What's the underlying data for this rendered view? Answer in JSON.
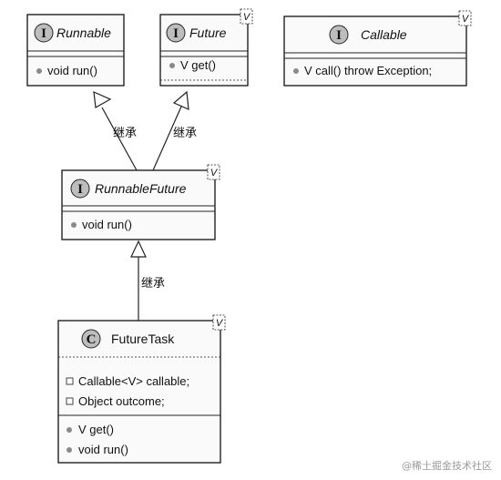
{
  "classes": {
    "runnable": {
      "badge": "I",
      "name": "Runnable",
      "methods": [
        "void run()"
      ]
    },
    "future": {
      "badge": "I",
      "name": "Future",
      "generic": "V",
      "methods": [
        "V get()"
      ]
    },
    "callable": {
      "badge": "I",
      "name": "Callable",
      "generic": "V",
      "methods": [
        "V call() throw Exception;"
      ]
    },
    "runnable_future": {
      "badge": "I",
      "name": "RunnableFuture",
      "generic": "V",
      "methods": [
        "void run()"
      ]
    },
    "future_task": {
      "badge": "C",
      "name": "FutureTask",
      "generic": "V",
      "fields": [
        "Callable<V> callable;",
        "Object outcome;"
      ],
      "methods": [
        "V get()",
        "void run()"
      ]
    }
  },
  "relations": {
    "runnable_to_runnable_future": "继承",
    "future_to_runnable_future": "继承",
    "runnable_future_to_future_task": "继承"
  },
  "watermark": "@稀土掘金技术社区",
  "colors": {
    "badge_bg": "#bdbdbd",
    "box_bg": "#fafafa",
    "line": "#222222",
    "member_dot": "#8a8a8a"
  }
}
